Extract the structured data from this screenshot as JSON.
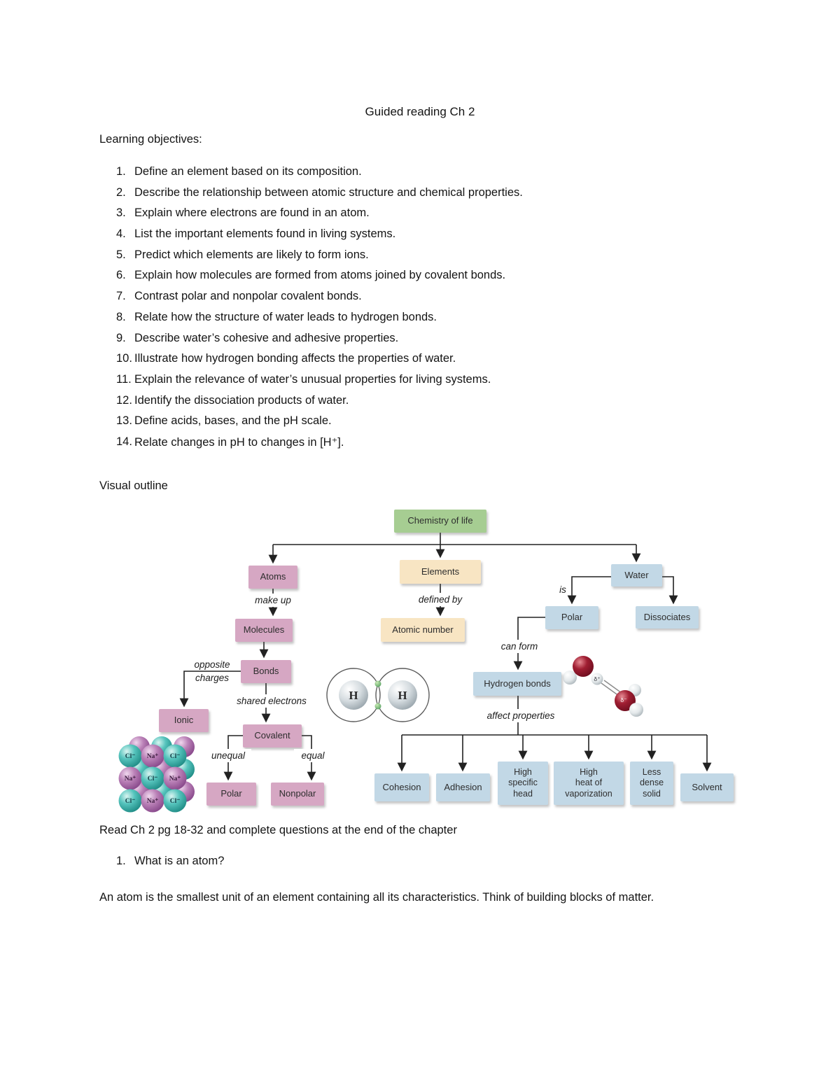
{
  "doc": {
    "title": "Guided reading Ch 2",
    "learning_objectives_heading": "Learning objectives:",
    "objectives": [
      {
        "n": "1.",
        "t": "Define an element based on its composition."
      },
      {
        "n": "2.",
        "t": "Describe the relationship between atomic structure and chemical properties."
      },
      {
        "n": "3.",
        "t": "Explain where electrons are found in an atom."
      },
      {
        "n": "4.",
        "t": "List the important elements found in living systems."
      },
      {
        "n": "5.",
        "t": "Predict which elements are likely to form ions."
      },
      {
        "n": "6.",
        "t": "Explain how molecules are formed from atoms joined by covalent bonds."
      },
      {
        "n": "7.",
        "t": "Contrast polar and nonpolar covalent bonds."
      },
      {
        "n": "8.",
        "t": "Relate how the structure of water leads to hydrogen bonds."
      },
      {
        "n": "9.",
        "t": "Describe water’s cohesive and adhesive properties."
      },
      {
        "n": "10.",
        "t": "Illustrate how hydrogen bonding affects the properties of water."
      },
      {
        "n": "11.",
        "t": "Explain the relevance of water’s unusual properties for living systems."
      },
      {
        "n": "12.",
        "t": "Identify the dissociation products of water."
      },
      {
        "n": "13.",
        "t": "Define acids, bases, and the pH scale."
      },
      {
        "n": "14.",
        "t": "Relate changes in pH to changes in [H⁺]."
      }
    ],
    "visual_outline_heading": "Visual outline",
    "read_instruction": "Read Ch 2 pg 18-32 and complete questions at the end of the chapter",
    "question": {
      "n": "1.",
      "t": "What is an atom?"
    },
    "answer": "An atom is the smallest unit of an element containing all its characteristics. Think of building blocks of matter."
  },
  "diagram": {
    "boxes": {
      "chemistry_of_life": "Chemistry of life",
      "atoms": "Atoms",
      "elements": "Elements",
      "water": "Water",
      "molecules": "Molecules",
      "atomic_number": "Atomic number",
      "polar_water": "Polar",
      "dissociates": "Dissociates",
      "bonds": "Bonds",
      "hydrogen_bonds": "Hydrogen bonds",
      "ionic": "Ionic",
      "covalent": "Covalent",
      "polar_covalent": "Polar",
      "nonpolar": "Nonpolar",
      "cohesion": "Cohesion",
      "adhesion": "Adhesion",
      "high_specific_heat": "High\nspecific\nhead",
      "high_heat_of_vaporization": "High\nheat of\nvaporization",
      "less_dense_solid": "Less\ndense\nsolid",
      "solvent": "Solvent"
    },
    "edge_labels": {
      "make_up": "make up",
      "defined_by": "defined by",
      "is": "is",
      "can_form": "can form",
      "opposite_charges": "opposite\ncharges",
      "shared_electrons": "shared electrons",
      "affect_properties": "affect properties",
      "unequal": "unequal",
      "equal": "equal"
    },
    "covalent_art": {
      "h_left": "H",
      "h_right": "H"
    },
    "water_art": {
      "delta_plus": "δ⁺",
      "delta_minus": "δ⁻"
    },
    "crystal": {
      "rows": [
        [
          "Cl⁻",
          "Na⁺",
          "Cl⁻"
        ],
        [
          "Na⁺",
          "Cl⁻",
          "Na⁺"
        ],
        [
          "Cl⁻",
          "Na⁺",
          "Cl⁻"
        ]
      ]
    },
    "palette": {
      "box_green": "#a6cd92",
      "box_pink": "#d6a7c3",
      "box_tan": "#f8e5c3",
      "box_blue": "#c2d8e6",
      "sphere_teal": "#4fbfb8",
      "sphere_purple": "#bb82b8",
      "oxygen_red": "#a01e32",
      "electron_green": "#7cc576",
      "wire": "#222222"
    }
  }
}
